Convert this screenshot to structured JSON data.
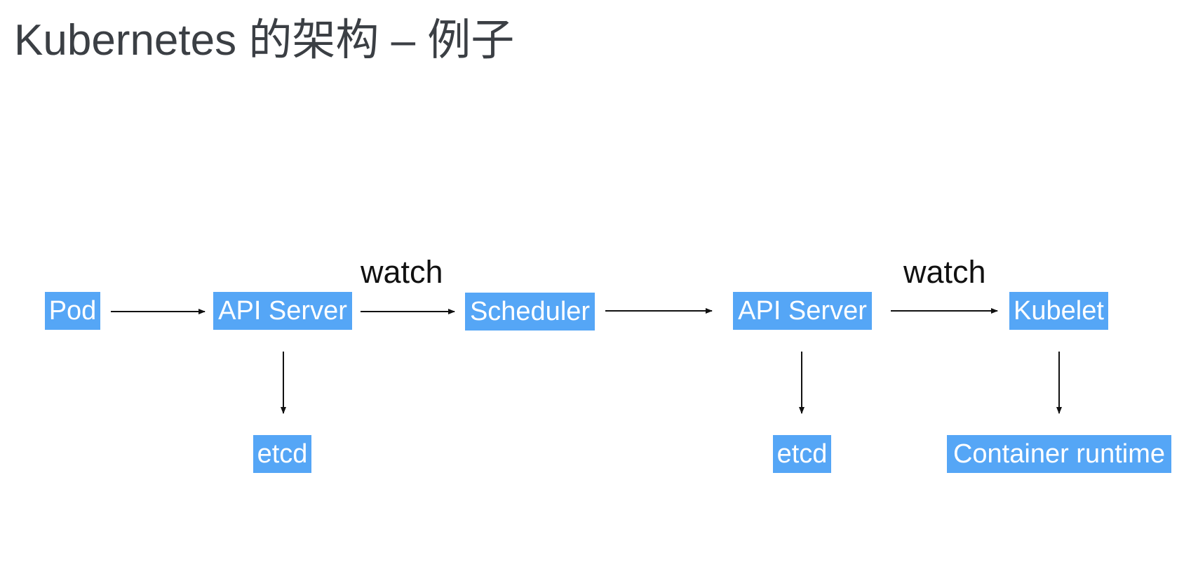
{
  "title": "Kubernetes 的架构 – 例子",
  "diagram": {
    "nodes": {
      "pod": "Pod",
      "api_server_1": "API Server",
      "scheduler": "Scheduler",
      "api_server_2": "API Server",
      "kubelet": "Kubelet",
      "etcd_1": "etcd",
      "etcd_2": "etcd",
      "container_runtime": "Container runtime"
    },
    "edge_labels": {
      "watch_1": "watch",
      "watch_2": "watch"
    },
    "edges": [
      {
        "from": "pod",
        "to": "api_server_1"
      },
      {
        "from": "api_server_1",
        "to": "scheduler",
        "label": "watch_1"
      },
      {
        "from": "scheduler",
        "to": "api_server_2"
      },
      {
        "from": "api_server_2",
        "to": "kubelet",
        "label": "watch_2"
      },
      {
        "from": "api_server_1",
        "to": "etcd_1"
      },
      {
        "from": "api_server_2",
        "to": "etcd_2"
      },
      {
        "from": "kubelet",
        "to": "container_runtime"
      }
    ],
    "colors": {
      "node_fill": "#55a6f6",
      "node_text": "#ffffff",
      "arrow": "#111111",
      "title": "#3b3f44"
    }
  }
}
